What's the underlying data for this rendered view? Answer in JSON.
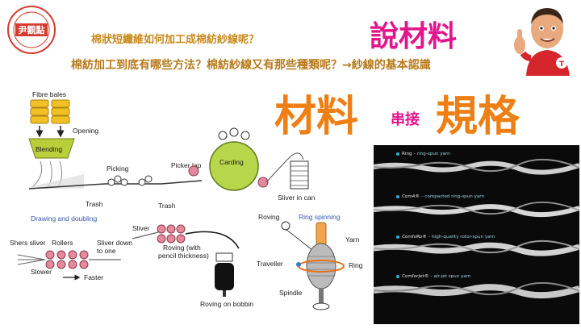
{
  "logo": {
    "text": "尹觀點"
  },
  "header": {
    "question1": "棉狀短纖維如何加工成棉紡紗線呢？",
    "title": "說材料",
    "question2": "棉紡加工到底有哪些方法？棉紡紗線又有那些種類呢？→紗線的基本認識",
    "big_left": "材料",
    "join": "串接",
    "big_right": "規格"
  },
  "diagram": {
    "fibre_bales": "Fibre bales",
    "opening": "Opening",
    "blending": "Blending",
    "picking": "Picking",
    "picker_lap": "Picker lap",
    "carding": "Carding",
    "trash1": "Trash",
    "trash2": "Trash",
    "sliver_in_can": "Sliver in can",
    "drawing_doubling": "Drawing and doubling",
    "shers_sliver": "Shers sliver",
    "rollers": "Rollers",
    "sliver_down": "Sliver down",
    "to_one": "to one",
    "slower": "Slower",
    "faster": "Faster",
    "sliver": "Sliver",
    "roving_with": "Roving (with",
    "pencil_thickness": "pencil thickness)",
    "roving_on_bobbin": "Roving on bobbin",
    "roving": "Roving",
    "ring_spinning": "Ring spinning",
    "yarn": "Yarn",
    "traveller": "Traveller",
    "ring": "Ring",
    "spindle": "Spindle"
  },
  "yarns": [
    {
      "name": "Ring",
      "desc": " – ring-spun yarn"
    },
    {
      "name": "Com4®",
      "desc": " – compacted ring-spun yarn"
    },
    {
      "name": "ComfoRo®",
      "desc": " – high-quality rotor-spun yarn"
    },
    {
      "name": "ComforJet®",
      "desc": " – air-jet spun yarn"
    }
  ],
  "colors": {
    "question": "#c8891b",
    "title_pink": "#e4148c",
    "big_orange": "#ee7f15",
    "blending": "#b8cf3a",
    "carding": "#b8d64a",
    "rollers": "#e58a9c",
    "bobbin": "#f0a54a"
  }
}
